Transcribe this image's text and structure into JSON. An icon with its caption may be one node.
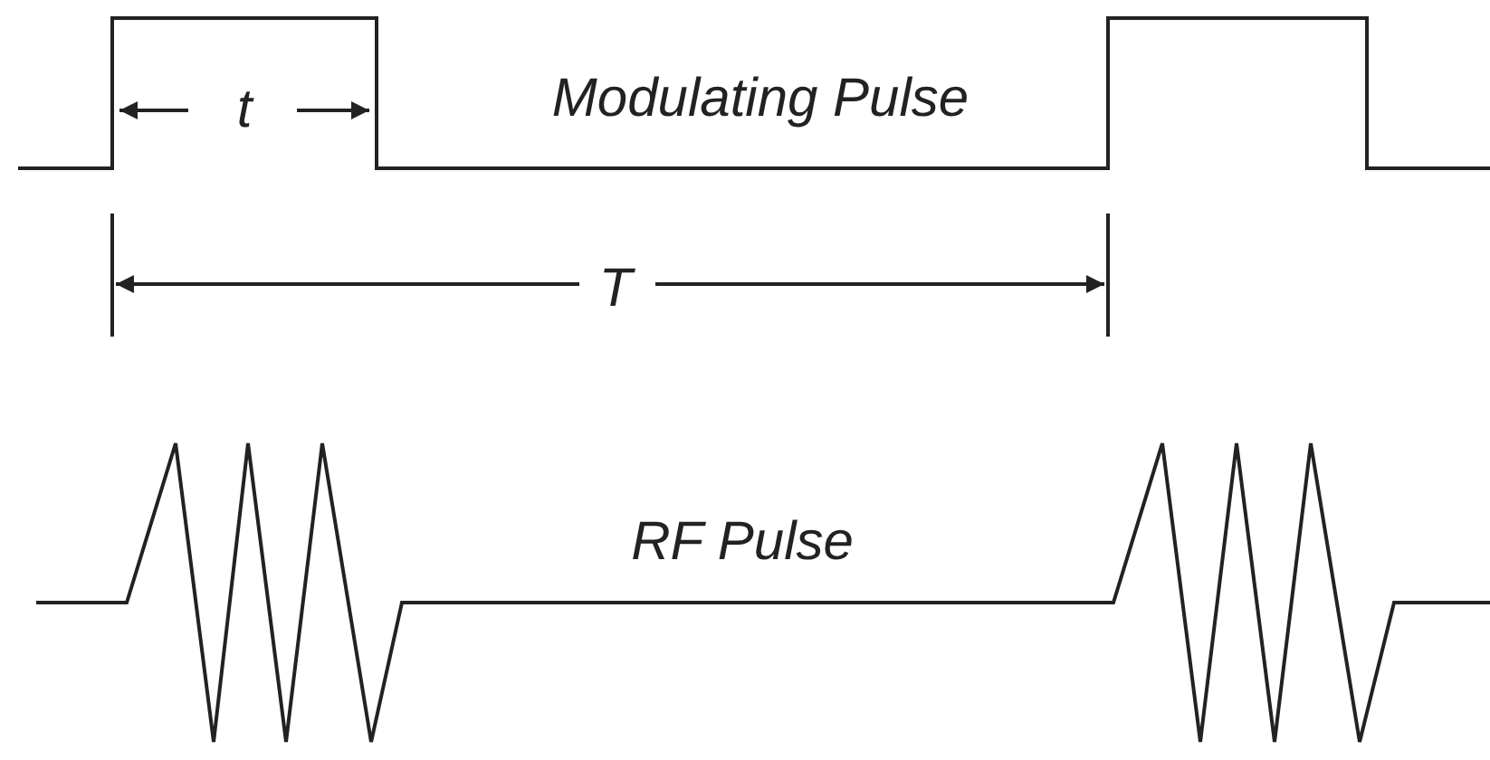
{
  "diagram": {
    "labels": [
      "t",
      "Modulating Pulse",
      "T",
      "RF Pulse"
    ]
  }
}
